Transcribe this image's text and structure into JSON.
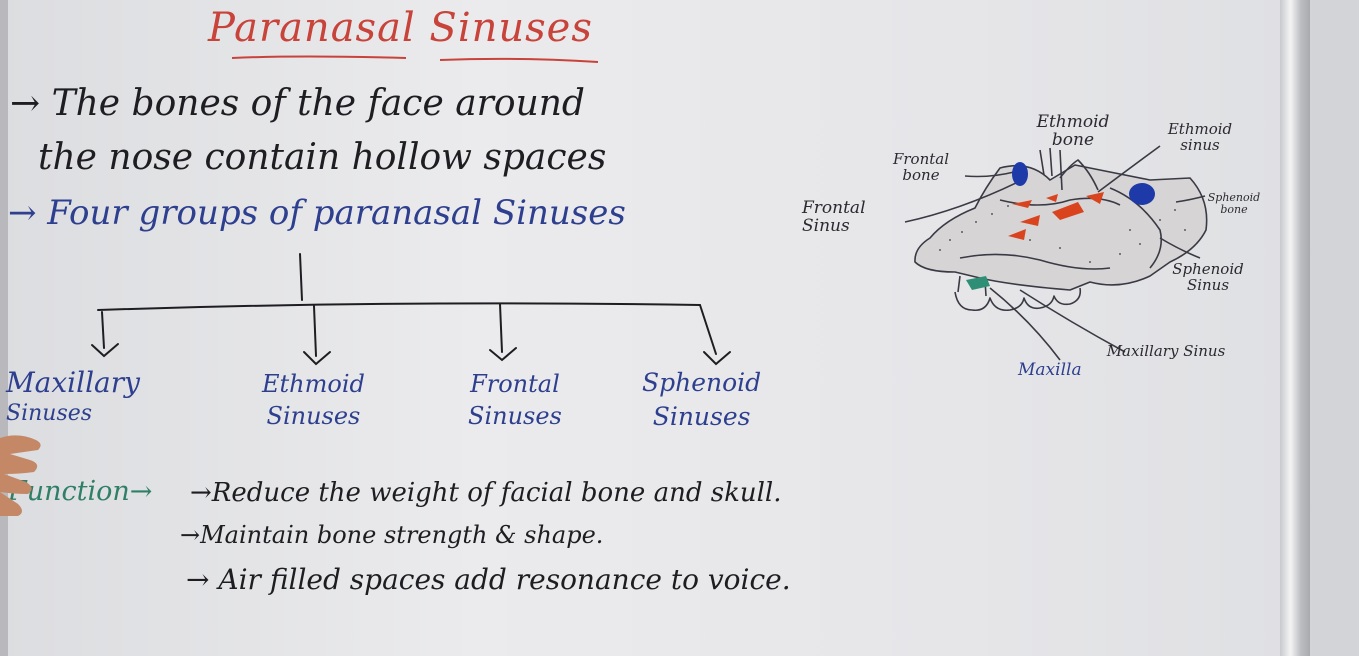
{
  "title": "Paranasal Sinuses",
  "intro": {
    "line1": "→ The bones of the face around",
    "line2": "the nose contain hollow spaces",
    "line3": "→ Four groups of paranasal Sinuses"
  },
  "categories": [
    {
      "line1": "Maxillary",
      "line2": "Sinuses"
    },
    {
      "line1": "Ethmoid",
      "line2": "Sinuses"
    },
    {
      "line1": "Frontal",
      "line2": "Sinuses"
    },
    {
      "line1": "Sphenoid",
      "line2": "Sinuses"
    }
  ],
  "function": {
    "label": "Function→",
    "points": [
      "→Reduce the weight of facial bone and skull.",
      "→Maintain bone strength & shape.",
      "→ Air filled spaces add resonance to voice."
    ]
  },
  "diagram_labels": {
    "ethmoid_bone": "Ethmoid bone",
    "ethmoid_sinus": "Ethmoid sinus",
    "frontal_bone": "Frontal bone",
    "frontal_sinus": "Frontal Sinus",
    "sphenoid_bone": "Sphenoid bone",
    "sphenoid_sinus": "Sphenoid Sinus",
    "maxillary_sinus": "Maxillary Sinus",
    "maxilla": "Maxilla"
  },
  "colors": {
    "heading": "#c8433a",
    "body_ink": "#1e1e22",
    "blue_ink": "#2d3f8e",
    "function_label": "#2f7f66",
    "sinus_blue": "#1d3aa8",
    "sinus_red": "#d9441f"
  }
}
